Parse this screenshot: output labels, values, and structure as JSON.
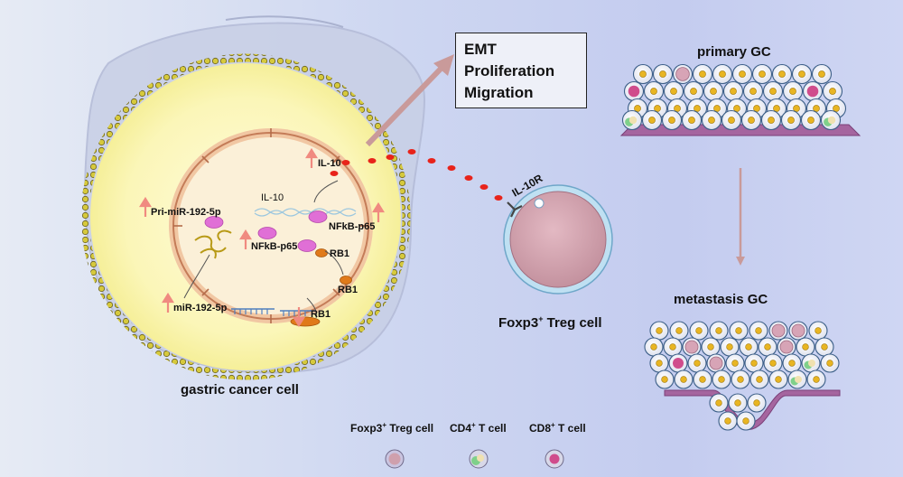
{
  "effects_box": {
    "lines": [
      "EMT",
      "Proliferation",
      "Migration"
    ]
  },
  "labels": {
    "cell_caption": "gastric cancer cell",
    "pri_mir": "Pri-miR-192-5p",
    "mir": "miR-192-5p",
    "il10_inner": "IL-10",
    "il10_top": "IL-10",
    "nfkb_right": "NFkB-p65",
    "nfkb_center": "NFkB-p65",
    "rb1_inner": "RB1",
    "rb1_membrane": "RB1",
    "rb1_bottom": "RB1",
    "il10r": "IL-10R",
    "treg_caption_pre": "Foxp3",
    "treg_caption_sup": "+",
    "treg_caption_post": " Treg cell",
    "primary": "primary GC",
    "metastasis": "metastasis  GC"
  },
  "legend": [
    {
      "pre": "Foxp3",
      "sup": "+",
      "post": " Treg cell",
      "ring": "#c9c4e0",
      "fill": "#cfa0ad",
      "accent": "#cfa0ad"
    },
    {
      "pre": "CD4",
      "sup": "+",
      "post": " T cell",
      "ring": "#d8d8e8",
      "fill": "#f3f3f7",
      "accent": "#7fd08a"
    },
    {
      "pre": "CD8",
      "sup": "+",
      "post": " T cell",
      "ring": "#d8d8e8",
      "fill": "#f3f3f7",
      "accent": "#d04c8c"
    }
  ],
  "colors": {
    "up_arrow": "#f08a80",
    "pink_protein": "#e06fd6",
    "orange_protein": "#e07a1a",
    "red_dot": "#e8231a",
    "membrane": "#8a4a8a"
  }
}
